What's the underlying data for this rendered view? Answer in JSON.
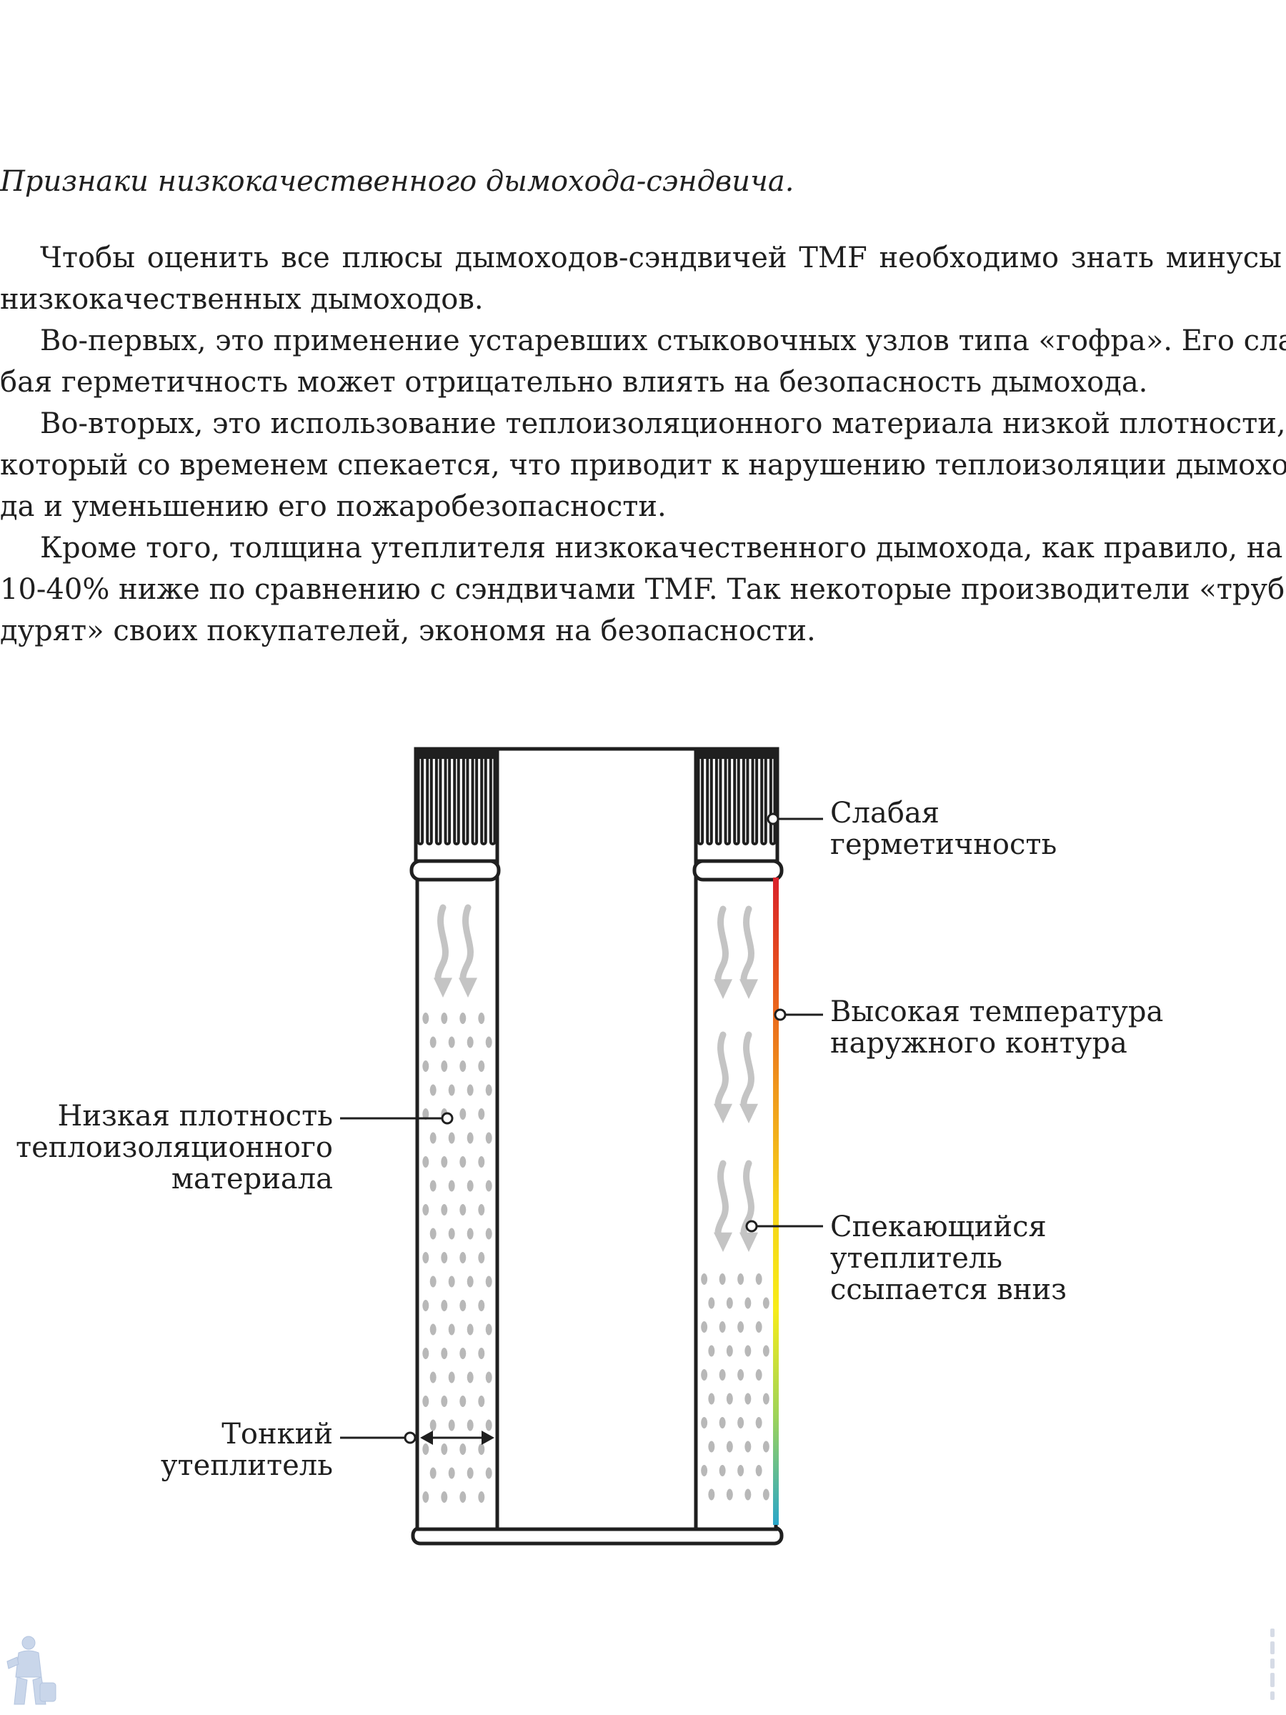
{
  "heading": "Признаки низкокачественного дымохода-сэндвича.",
  "paragraph_lines": [
    "Чтобы оценить все плюсы дымоходов-сэндвичей TMF необходимо знать минусы",
    "низкокачественных дымоходов.",
    "Во-первых, это применение устаревших стыковочных узлов типа «гофра». Его сла-",
    "бая герметичность может отрицательно влиять на безопасность дымохода.",
    "Во-вторых, это использование теплоизоляционного материала низкой плотности,",
    "который со временем спекается, что приводит к нарушению теплоизоляции дымохо-",
    "да и уменьшению его пожаробезопасности.",
    "Кроме того, толщина утеплителя низкокачественного дымохода, как правило, на",
    "10-40% ниже по сравнению с сэндвичами TMF. Так некоторые производители «труба-",
    "дурят» своих покупателей, экономя на безопасности."
  ],
  "diagram": {
    "labels": {
      "weak_seal": [
        "Слабая",
        "герметичность"
      ],
      "high_temp": [
        "Высокая температура",
        "наружного контура"
      ],
      "low_density": [
        "Низкая плотность",
        "теплоизоляционного",
        "материала"
      ],
      "sintering": [
        "Спекающийся",
        "утеплитель",
        "ссыпается вниз"
      ],
      "thin_insulation": [
        "Тонкий",
        "утеплитель"
      ]
    },
    "colors": {
      "outline": "#1f1f1f",
      "insulation_dots": "#b8b8b8",
      "arrows": "#c4c4c4",
      "temp_gradient": [
        "#d9222a",
        "#e8581c",
        "#f09a1c",
        "#f6d21a",
        "#f7ec1a",
        "#9dd35a",
        "#2aa6c9"
      ]
    }
  }
}
